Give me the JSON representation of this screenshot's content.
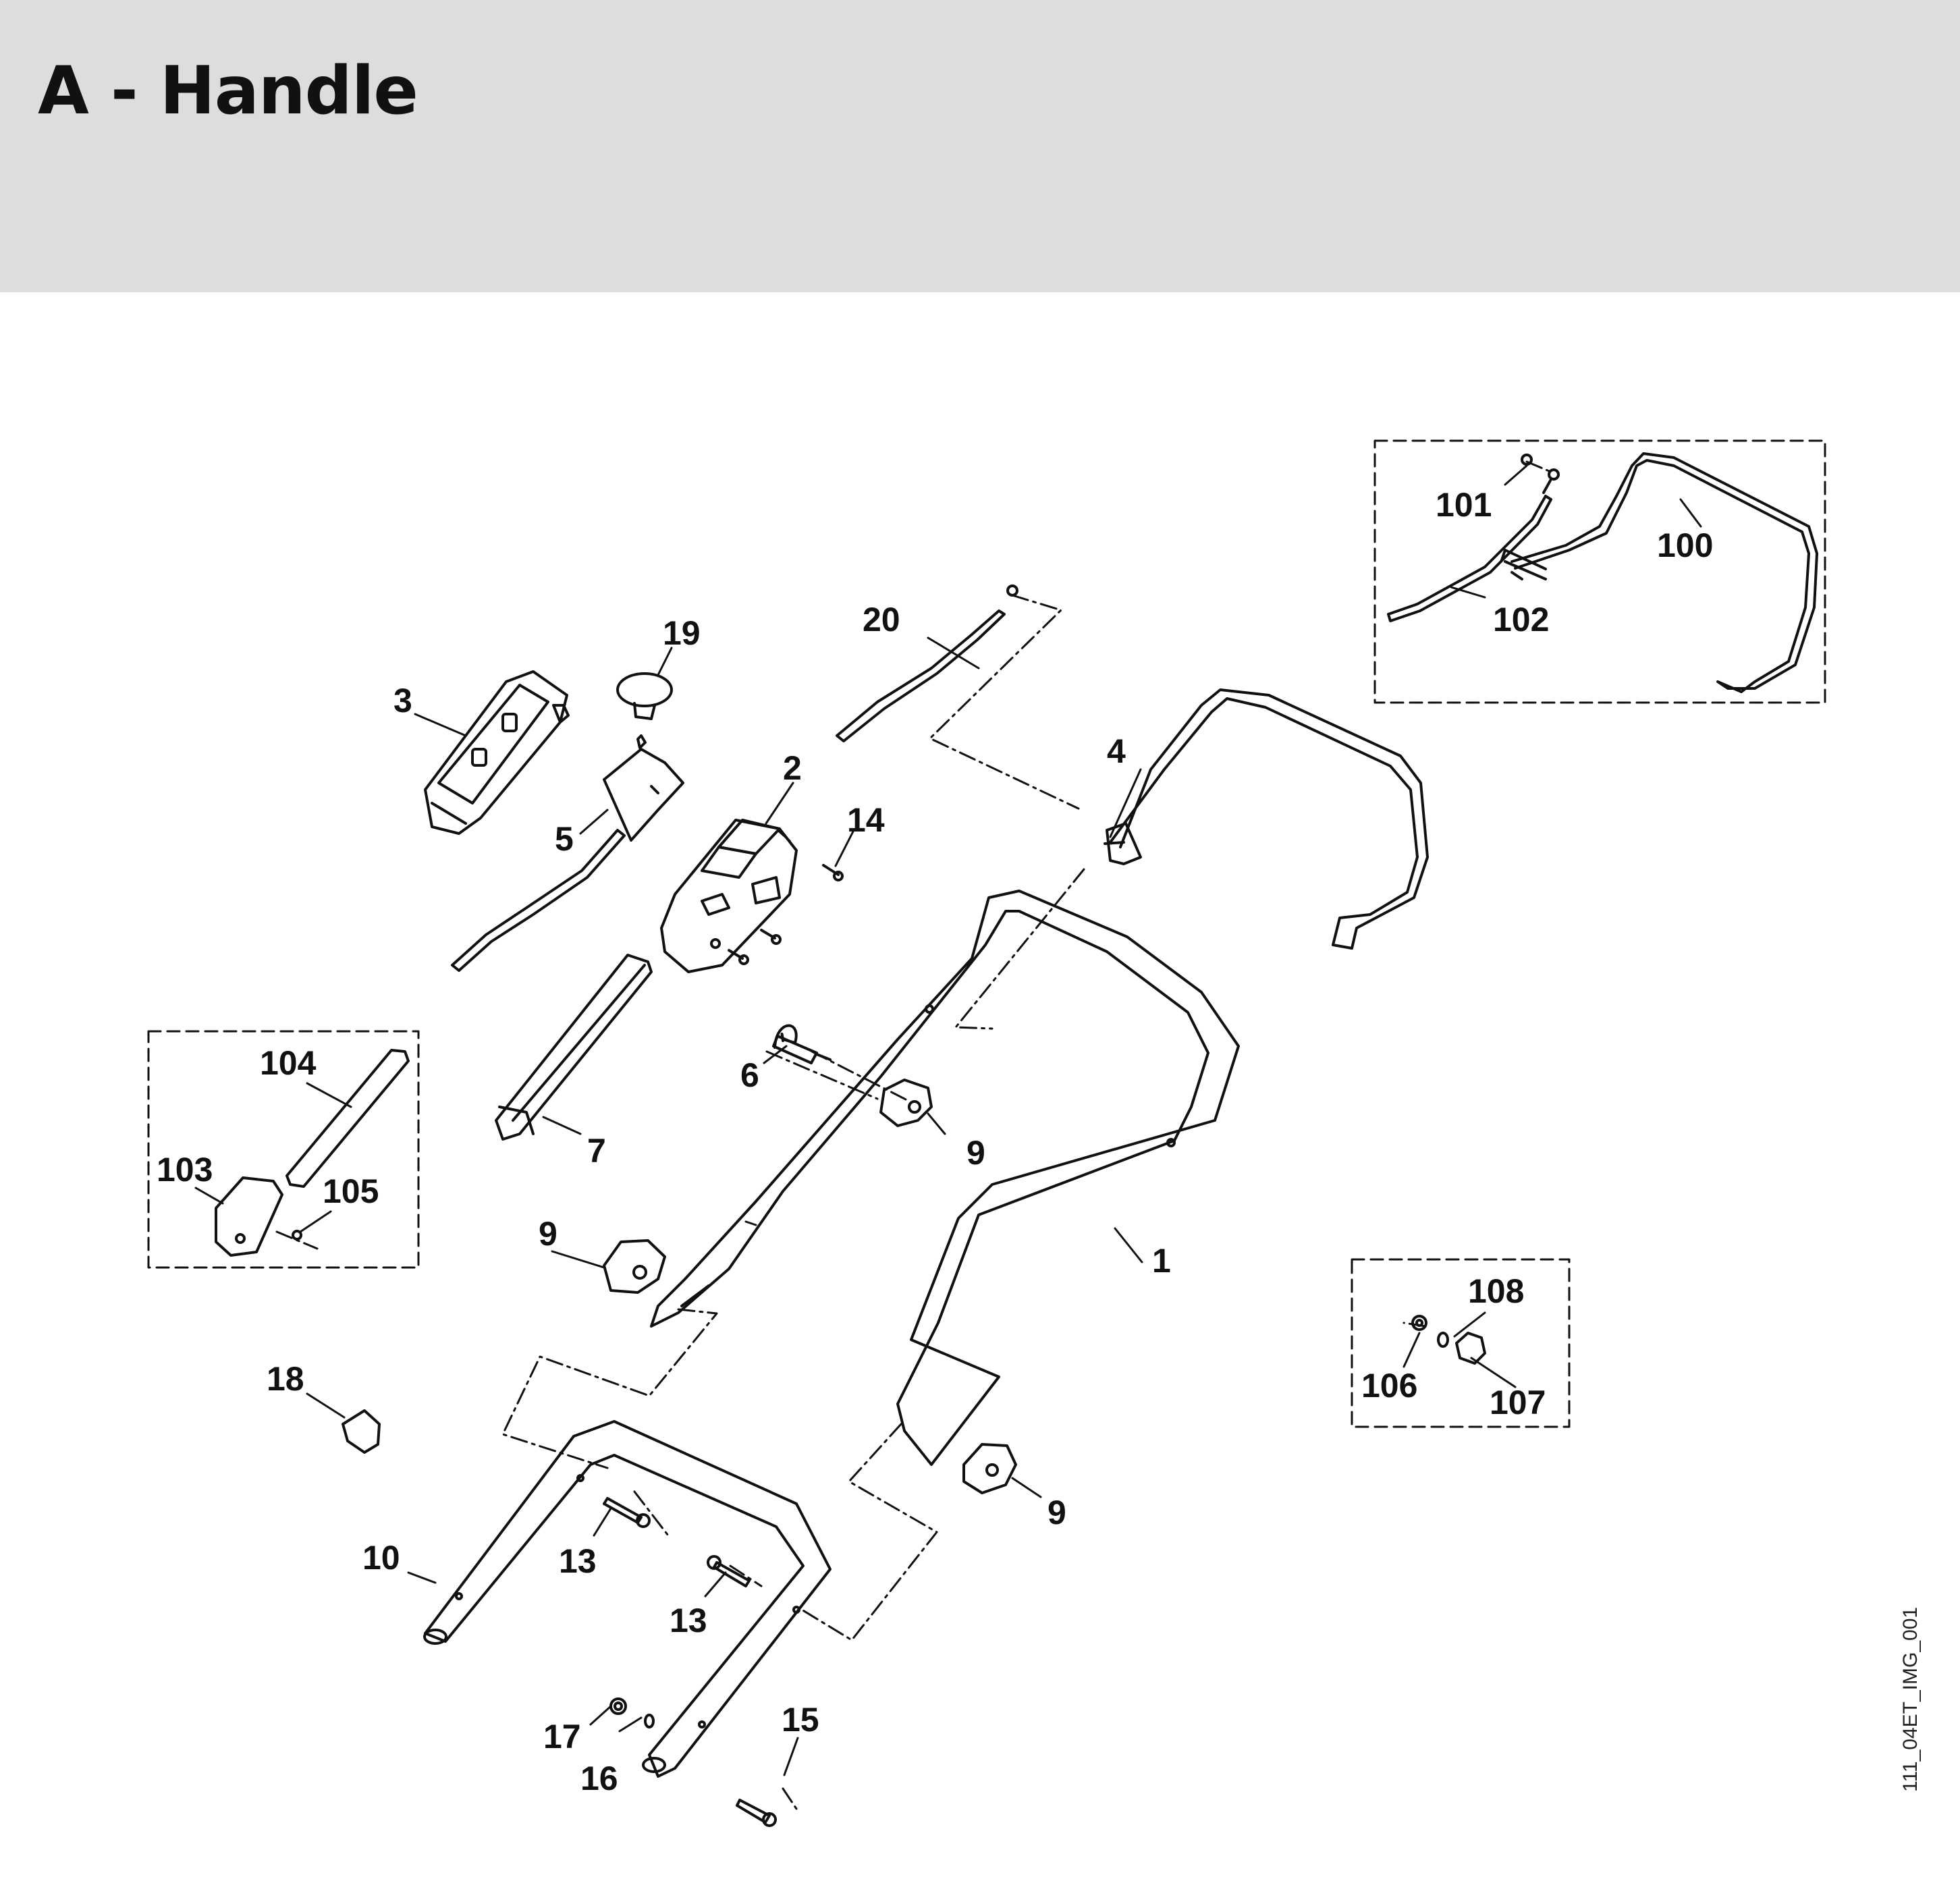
{
  "page": {
    "title": "A - Handle",
    "image_id": "111_04ET_IMG_001"
  },
  "callouts": [
    {
      "id": "c-1",
      "label": "1"
    },
    {
      "id": "c-2",
      "label": "2"
    },
    {
      "id": "c-3",
      "label": "3"
    },
    {
      "id": "c-4",
      "label": "4"
    },
    {
      "id": "c-5",
      "label": "5"
    },
    {
      "id": "c-6",
      "label": "6"
    },
    {
      "id": "c-7",
      "label": "7"
    },
    {
      "id": "c-9a",
      "label": "9"
    },
    {
      "id": "c-9b",
      "label": "9"
    },
    {
      "id": "c-9c",
      "label": "9"
    },
    {
      "id": "c-10",
      "label": "10"
    },
    {
      "id": "c-13a",
      "label": "13"
    },
    {
      "id": "c-13b",
      "label": "13"
    },
    {
      "id": "c-14",
      "label": "14"
    },
    {
      "id": "c-15",
      "label": "15"
    },
    {
      "id": "c-16",
      "label": "16"
    },
    {
      "id": "c-17",
      "label": "17"
    },
    {
      "id": "c-18",
      "label": "18"
    },
    {
      "id": "c-19",
      "label": "19"
    },
    {
      "id": "c-20",
      "label": "20"
    },
    {
      "id": "c-100",
      "label": "100"
    },
    {
      "id": "c-101",
      "label": "101"
    },
    {
      "id": "c-102",
      "label": "102"
    },
    {
      "id": "c-103",
      "label": "103"
    },
    {
      "id": "c-104",
      "label": "104"
    },
    {
      "id": "c-105",
      "label": "105"
    },
    {
      "id": "c-106",
      "label": "106"
    },
    {
      "id": "c-107",
      "label": "107"
    },
    {
      "id": "c-108",
      "label": "108"
    }
  ]
}
